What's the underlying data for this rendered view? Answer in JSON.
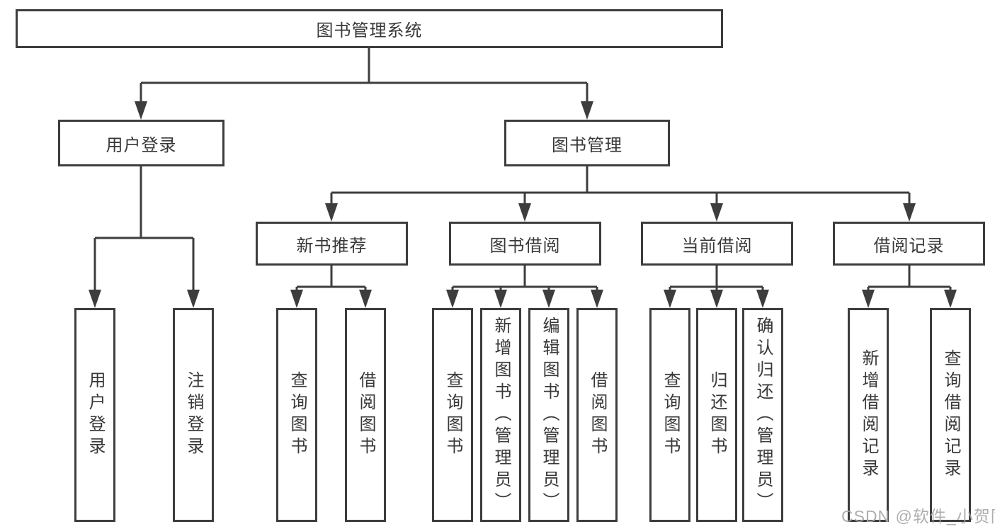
{
  "diagram": {
    "title": "图书管理系统",
    "nodes": {
      "root": {
        "label": "图书管理系统"
      },
      "user_login": {
        "label": "用户登录"
      },
      "book_mgmt": {
        "label": "图书管理"
      },
      "new_book": {
        "label": "新书推荐"
      },
      "book_borrow": {
        "label": "图书借阅"
      },
      "current_borrow": {
        "label": "当前借阅"
      },
      "borrow_record": {
        "label": "借阅记录"
      },
      "leaf_user_login": {
        "label": "用户登录"
      },
      "leaf_logout": {
        "label": "注销登录"
      },
      "leaf_nb_query": {
        "label": "查询图书"
      },
      "leaf_nb_borrow": {
        "label": "借阅图书"
      },
      "leaf_bb_query": {
        "label": "查询图书"
      },
      "leaf_bb_add": {
        "label": "新增图书（管理员）"
      },
      "leaf_bb_edit": {
        "label": "编辑图书（管理员）"
      },
      "leaf_bb_borrow": {
        "label": "借阅图书"
      },
      "leaf_cb_query": {
        "label": "查询图书"
      },
      "leaf_cb_return": {
        "label": "归还图书"
      },
      "leaf_cb_confirm": {
        "label": "确认归还（管理员）"
      },
      "leaf_br_add": {
        "label": "新增借阅记录"
      },
      "leaf_br_query": {
        "label": "查询借阅记录"
      }
    },
    "edges": [
      [
        "root",
        "user_login"
      ],
      [
        "root",
        "book_mgmt"
      ],
      [
        "user_login",
        "leaf_user_login"
      ],
      [
        "user_login",
        "leaf_logout"
      ],
      [
        "book_mgmt",
        "new_book"
      ],
      [
        "book_mgmt",
        "book_borrow"
      ],
      [
        "book_mgmt",
        "current_borrow"
      ],
      [
        "book_mgmt",
        "borrow_record"
      ],
      [
        "new_book",
        "leaf_nb_query"
      ],
      [
        "new_book",
        "leaf_nb_borrow"
      ],
      [
        "book_borrow",
        "leaf_bb_query"
      ],
      [
        "book_borrow",
        "leaf_bb_add"
      ],
      [
        "book_borrow",
        "leaf_bb_edit"
      ],
      [
        "book_borrow",
        "leaf_bb_borrow"
      ],
      [
        "current_borrow",
        "leaf_cb_query"
      ],
      [
        "current_borrow",
        "leaf_cb_return"
      ],
      [
        "current_borrow",
        "leaf_cb_confirm"
      ],
      [
        "borrow_record",
        "leaf_br_add"
      ],
      [
        "borrow_record",
        "leaf_br_query"
      ]
    ],
    "watermark": {
      "text": "CSDN @软件_小贺同学"
    },
    "colors": {
      "line": "#3d3d3d",
      "text": "#383838",
      "background": "#ffffff",
      "watermark": "#a5a5a5"
    }
  }
}
